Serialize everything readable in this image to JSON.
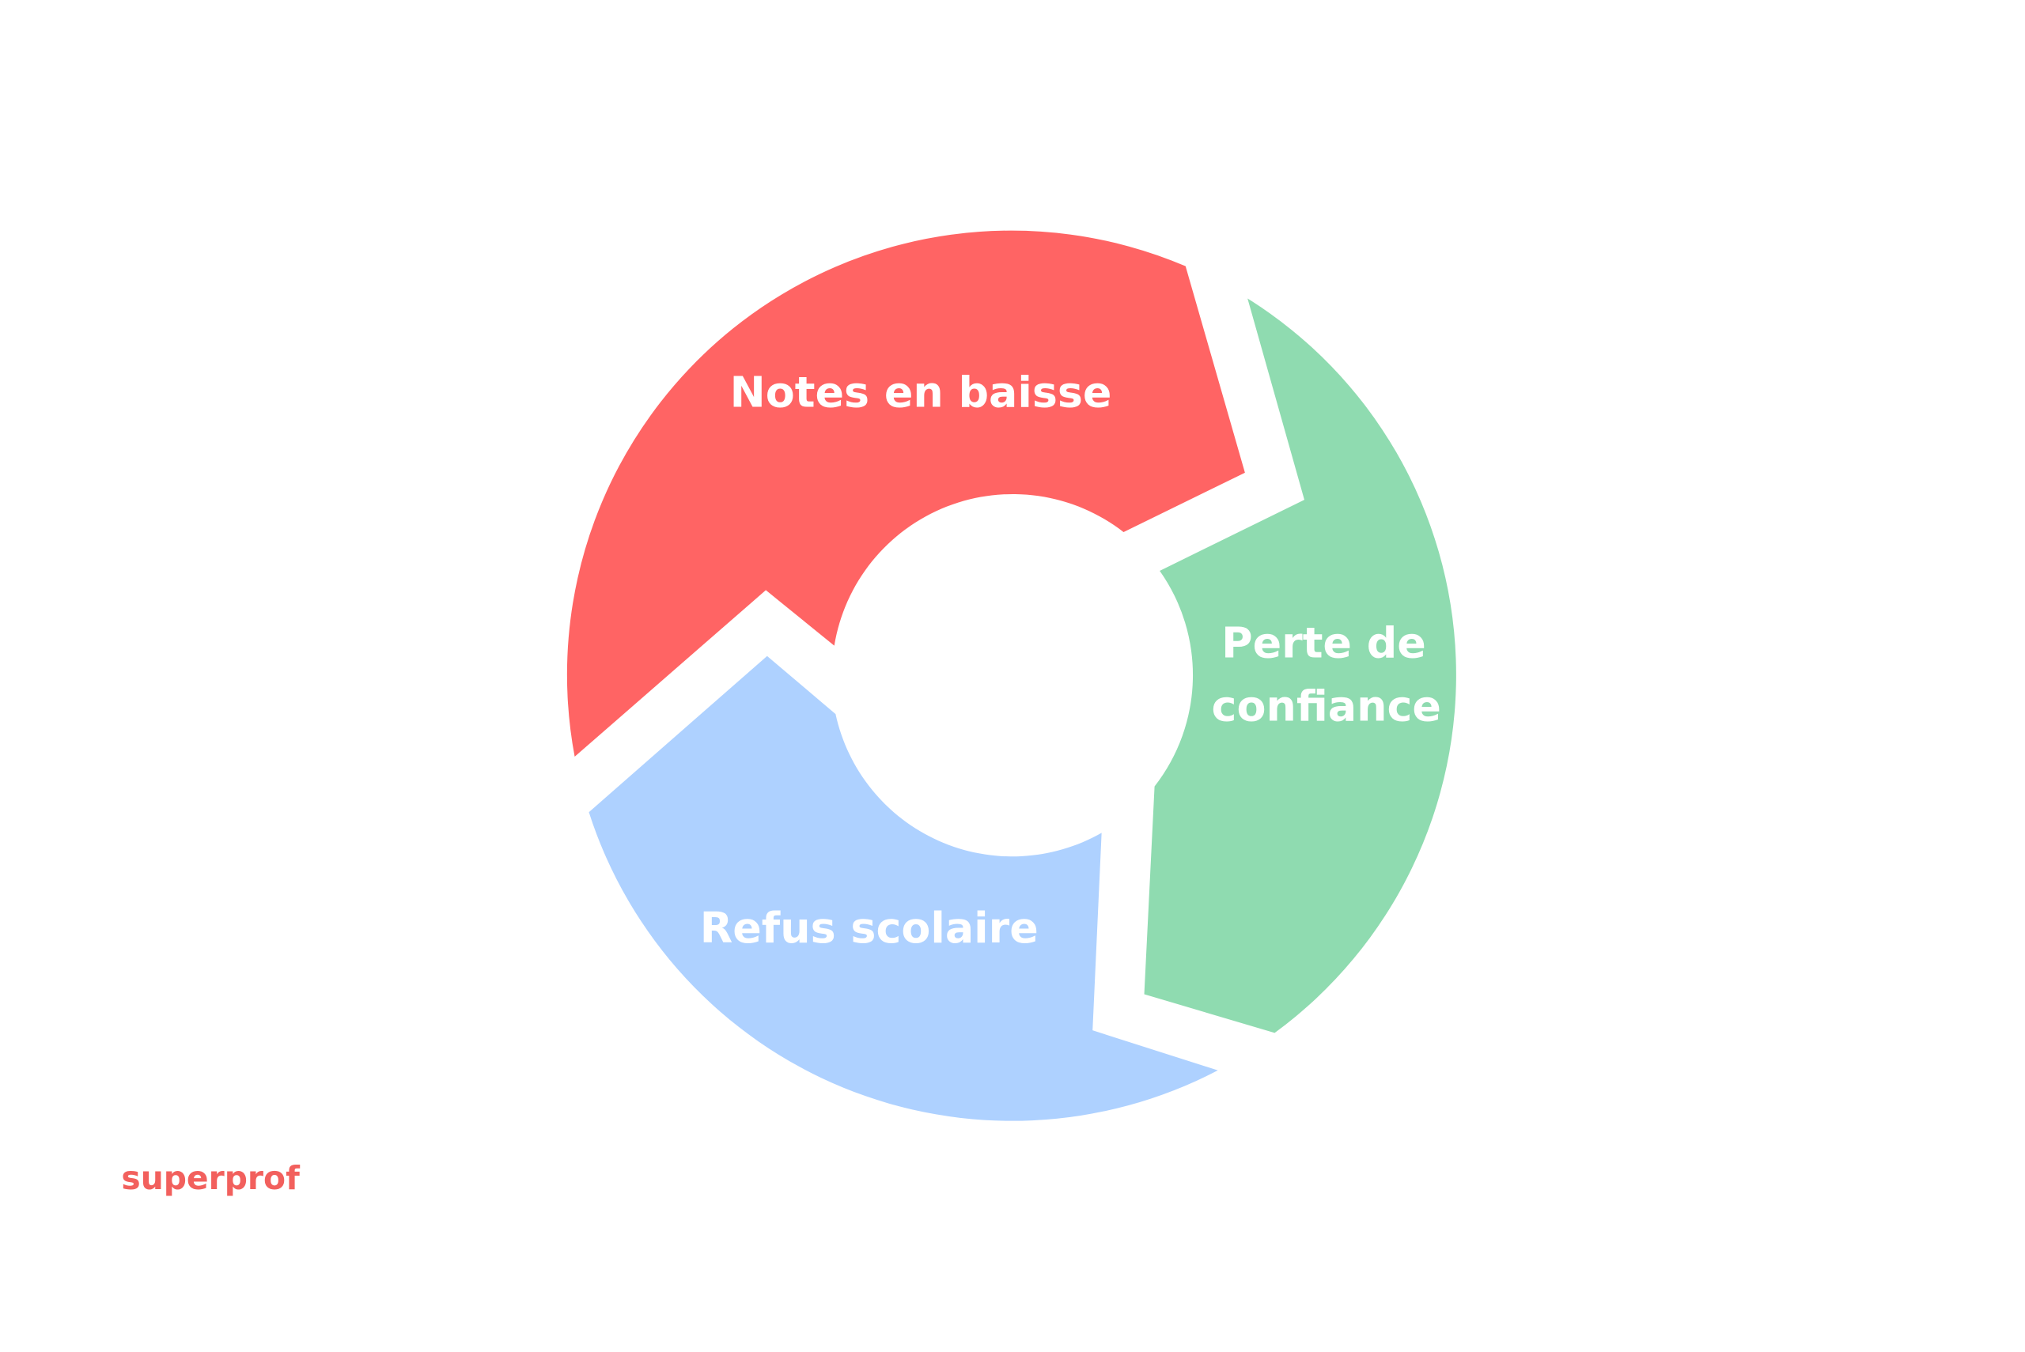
{
  "diagram": {
    "title": "Cycle",
    "segments": [
      {
        "label": "Notes en baisse",
        "color": "#FF6464"
      },
      {
        "label_line1": "Perte de",
        "label_line2": "confiance",
        "color": "#8FDBB0"
      },
      {
        "label": "Refus scolaire",
        "color": "#AED1FF"
      }
    ]
  },
  "branding": {
    "logo": "superprof",
    "color": "#F2605D"
  }
}
